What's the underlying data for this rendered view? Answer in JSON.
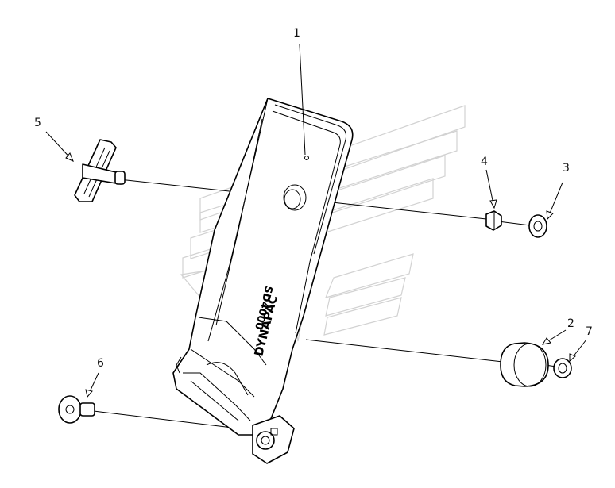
{
  "callouts": [
    {
      "id": "1",
      "label": "1"
    },
    {
      "id": "2",
      "label": "2"
    },
    {
      "id": "3",
      "label": "3"
    },
    {
      "id": "4",
      "label": "4"
    },
    {
      "id": "5",
      "label": "5"
    },
    {
      "id": "6",
      "label": "6"
    },
    {
      "id": "7",
      "label": "7"
    }
  ],
  "part_markings": {
    "brand": "DYNAPAC",
    "model": "SD4000"
  },
  "colors": {
    "line": "#000000",
    "watermark": "#d2d2d2",
    "background": "#ffffff"
  },
  "icons": {
    "pedal": "pedal-bracket-icon",
    "bolt_t": "t-bolt-icon",
    "nut": "hex-nut-icon",
    "washer": "washer-icon",
    "bumper": "rubber-bumper-icon",
    "screw": "flat-head-screw-icon"
  }
}
